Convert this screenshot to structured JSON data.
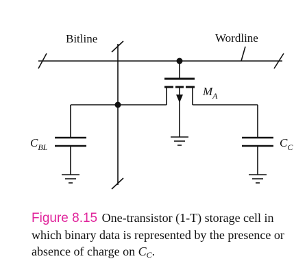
{
  "labels": {
    "bitline": "Bitline",
    "wordline": "Wordline",
    "transistor": "M",
    "transistor_sub": "A",
    "cap_bitline": "C",
    "cap_bitline_sub": "BL",
    "cap_storage": "C",
    "cap_storage_sub": "C"
  },
  "caption": {
    "figure_label": "Figure 8.15",
    "text": "One-transistor (1-T) storage cell in which binary data is represented by the presence or absence of charge on ",
    "symbol": "C",
    "symbol_sub": "C",
    "end": "."
  },
  "colors": {
    "figure_label": "#e0249b",
    "line": "#111111"
  }
}
